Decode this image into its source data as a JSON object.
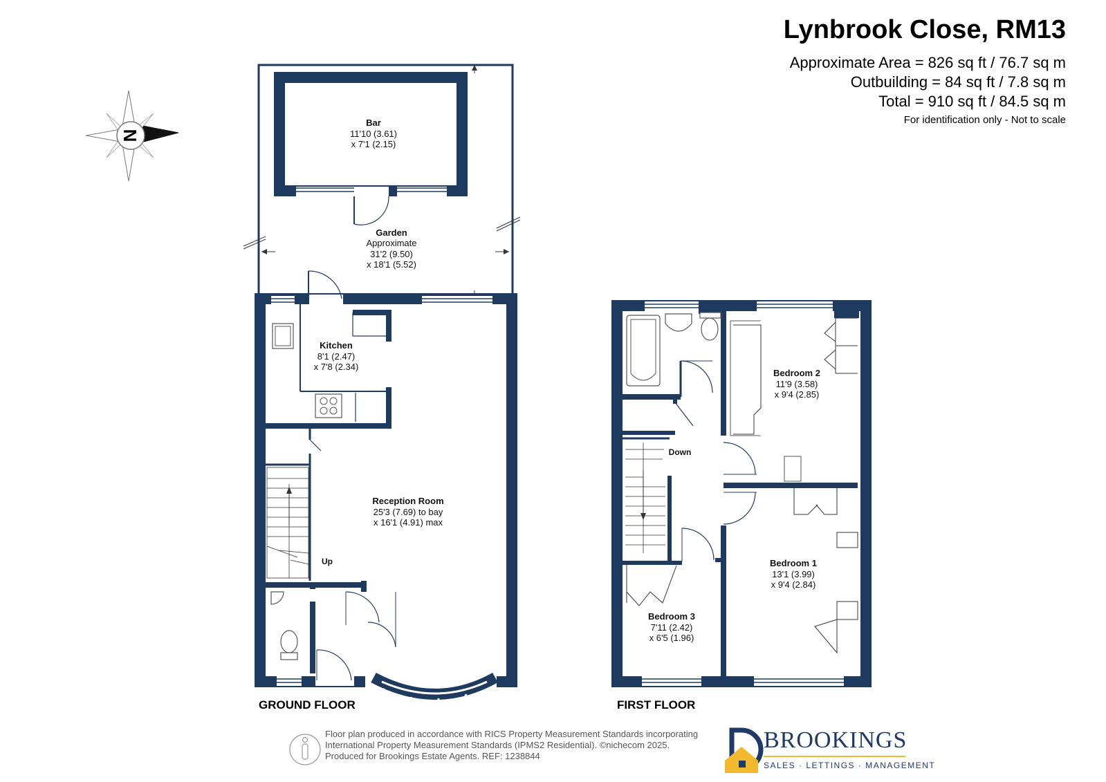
{
  "header": {
    "title": "Lynbrook Close, RM13",
    "area_lines": [
      "Approximate Area = 826 sq ft / 76.7 sq m",
      "Outbuilding = 84 sq ft / 7.8 sq m",
      "Total = 910 sq ft / 84.5 sq m"
    ],
    "note": "For identification only - Not to scale"
  },
  "compass": {
    "letter": "N"
  },
  "floors": {
    "ground": "GROUND FLOOR",
    "first": "FIRST FLOOR"
  },
  "rooms": {
    "bar": {
      "name": "Bar",
      "dim1": "11'10 (3.61)",
      "dim2": "x 7'1 (2.15)"
    },
    "garden": {
      "name": "Garden",
      "dim0": "Approximate",
      "dim1": "31'2 (9.50)",
      "dim2": "x 18'1 (5.52)"
    },
    "kitchen": {
      "name": "Kitchen",
      "dim1": "8'1 (2.47)",
      "dim2": "x 7'8 (2.34)"
    },
    "reception": {
      "name": "Reception Room",
      "dim1": "25'3 (7.69) to bay",
      "dim2": "x 16'1 (4.91) max"
    },
    "bedroom2": {
      "name": "Bedroom 2",
      "dim1": "11'9 (3.58)",
      "dim2": "x 9'4 (2.85)"
    },
    "bedroom1": {
      "name": "Bedroom 1",
      "dim1": "13'1 (3.99)",
      "dim2": "x 9'4 (2.84)"
    },
    "bedroom3": {
      "name": "Bedroom 3",
      "dim1": "7'11 (2.42)",
      "dim2": "x 6'5 (1.96)"
    }
  },
  "stairs": {
    "up": "Up",
    "down": "Down"
  },
  "footer": {
    "lines": [
      "Floor plan produced in accordance with RICS Property Measurement Standards incorporating",
      "International Property Measurement Standards (IPMS2 Residential).  ©nichecom 2025.",
      "Produced for Brookings Estate Agents.   REF: 1238844"
    ],
    "brand": "BROOKINGS",
    "tagline": "SALES · LETTINGS · MANAGEMENT"
  },
  "colors": {
    "wall": "#1f3a5f",
    "accent": "#f2b82e"
  }
}
